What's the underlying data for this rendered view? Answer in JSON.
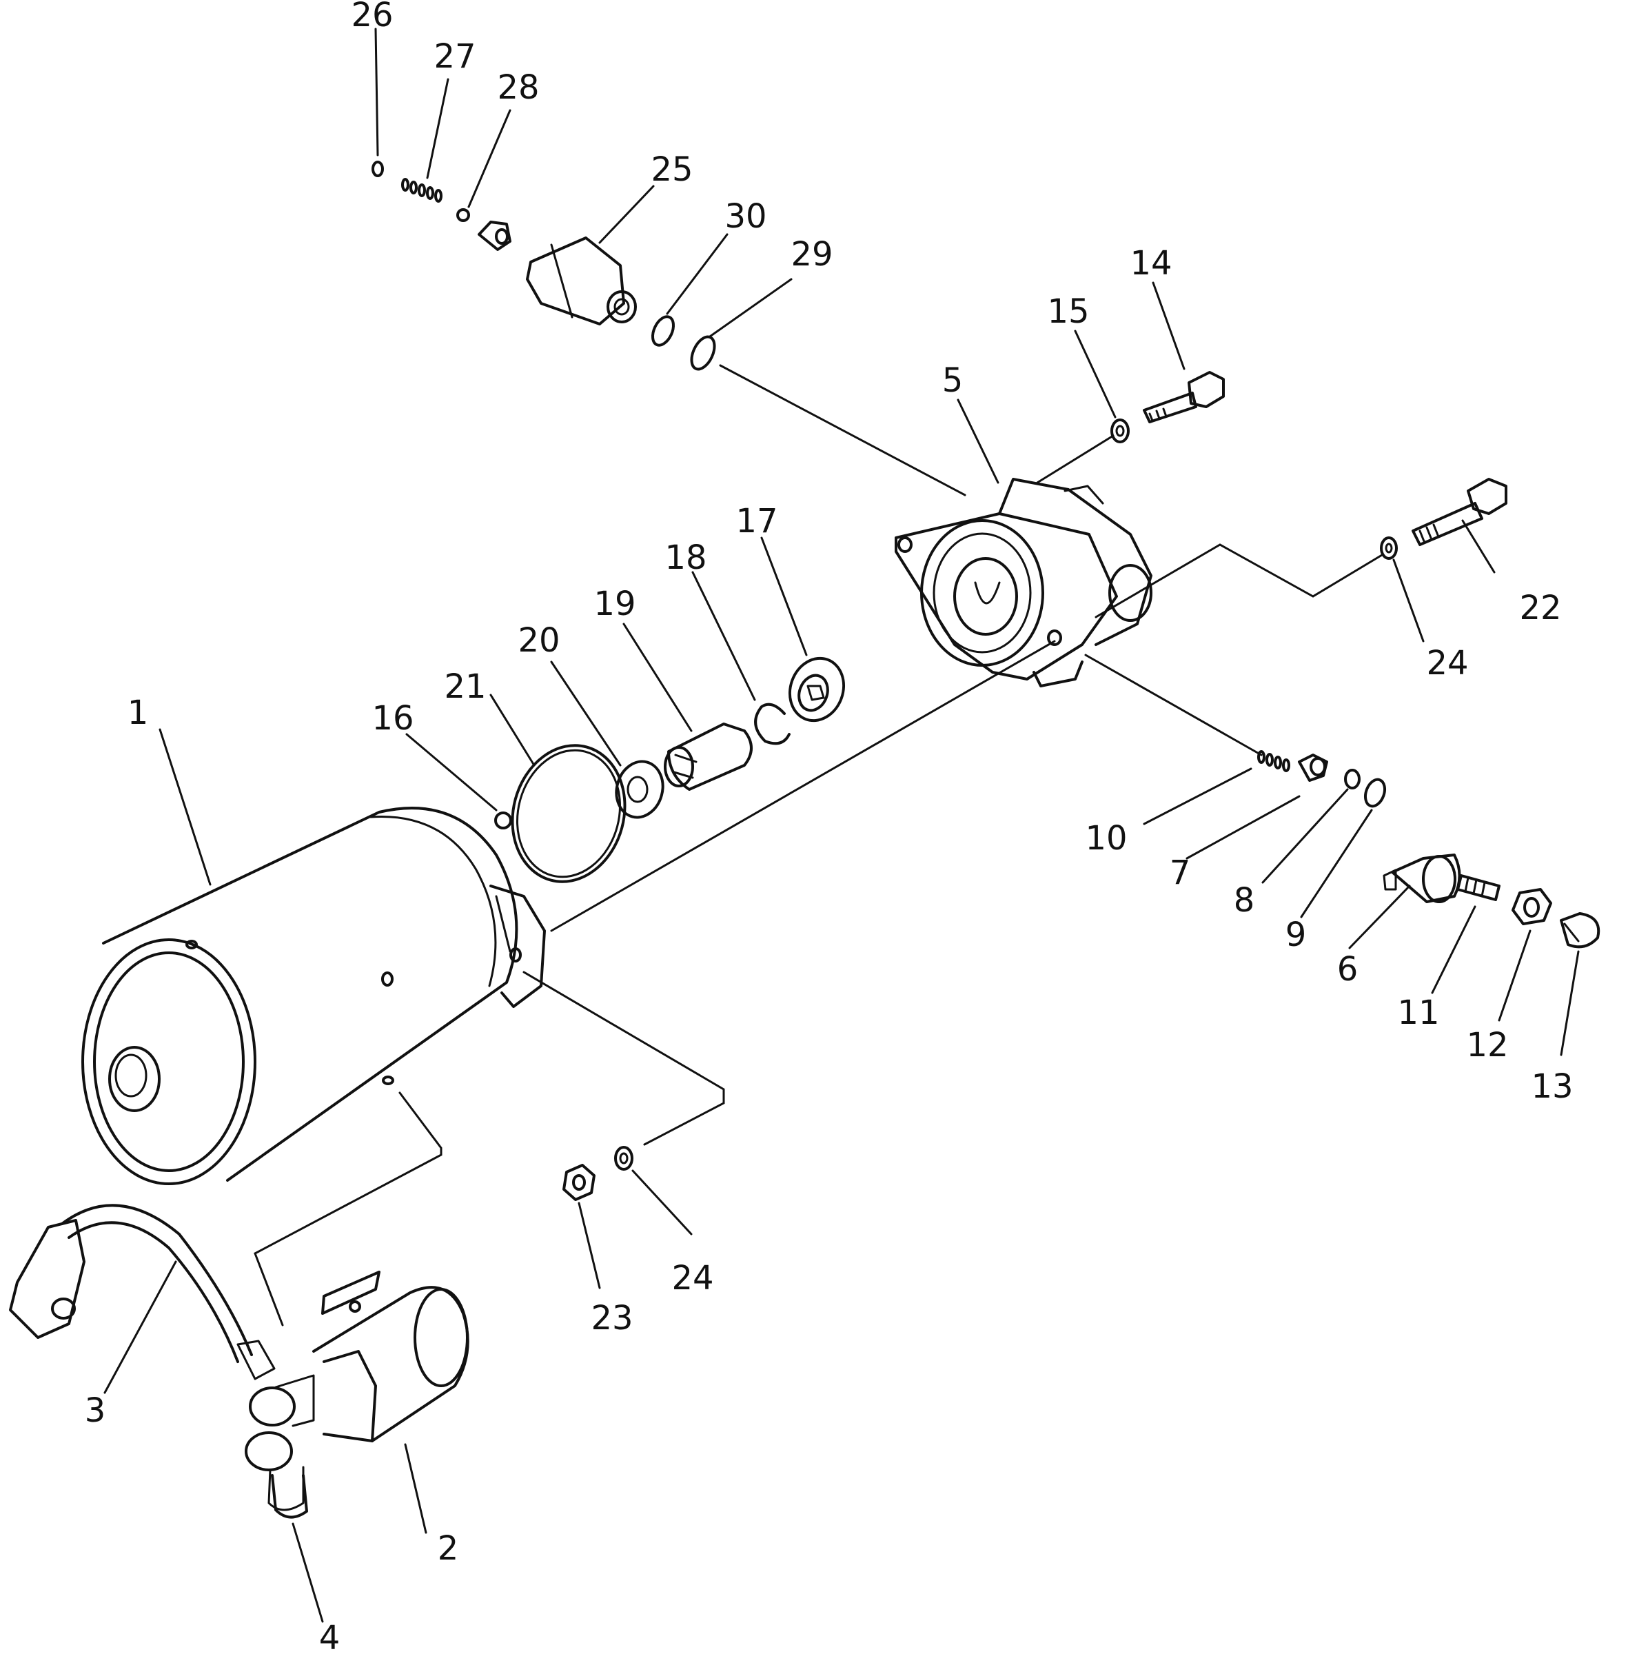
{
  "labels": {
    "p1": "1",
    "p2": "2",
    "p3": "3",
    "p4": "4",
    "p5": "5",
    "p6": "6",
    "p7": "7",
    "p8": "8",
    "p9": "9",
    "p10": "10",
    "p11": "11",
    "p12": "12",
    "p13": "13",
    "p14": "14",
    "p15": "15",
    "p16": "16",
    "p17": "17",
    "p18": "18",
    "p19": "19",
    "p20": "20",
    "p21": "21",
    "p22": "22",
    "p23": "23",
    "p24a": "24",
    "p24b": "24",
    "p25": "25",
    "p26": "26",
    "p27": "27",
    "p28": "28",
    "p29": "29",
    "p30": "30"
  }
}
